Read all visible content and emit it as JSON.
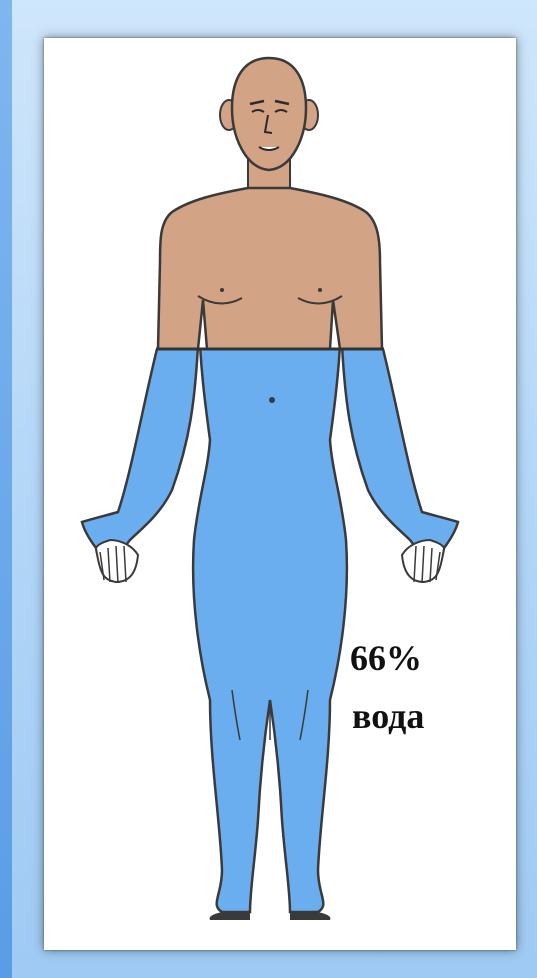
{
  "colors": {
    "background": "#b6d8f8",
    "skin": "#d2a485",
    "water": "#6aaef0",
    "outline": "#3a3a3a"
  },
  "water_fill_fraction": 0.66,
  "annotation": {
    "percent": "66%",
    "word": "вода"
  }
}
